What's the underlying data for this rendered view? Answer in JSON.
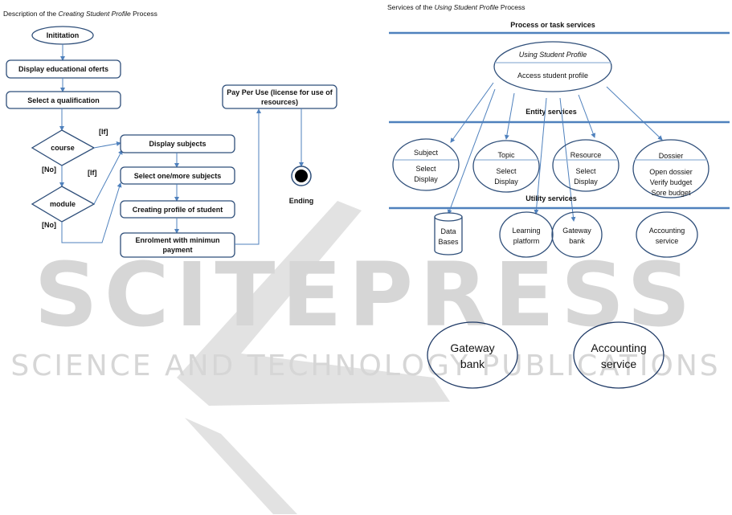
{
  "left_panel": {
    "title_prefix": "Description of the ",
    "title_italic": "Creating Student Profile",
    "title_suffix": " Process",
    "nodes": {
      "start": "Inititation",
      "display_offers": "Display educational oferts",
      "select_qualification": "Select a qualification",
      "course": "course",
      "module": "module",
      "display_subjects": "Display subjects",
      "select_subjects": "Select one/more subjects",
      "creating_profile": "Creating profile of student",
      "enrolment_line1": "Enrolment with minimun",
      "enrolment_line2": "payment",
      "pay_per_use_line1": "Pay Per Use (license for use of",
      "pay_per_use_line2": "resources)",
      "ending": "Ending"
    },
    "labels": {
      "course_yes": "[If]",
      "course_no": "[No]",
      "module_yes": "[If]",
      "module_no": "[No]"
    }
  },
  "right_panel": {
    "title_prefix": "Services of the ",
    "title_italic": "Using Student Profile",
    "title_suffix": " Process",
    "layers": {
      "process": "Process or task services",
      "entity": "Entity services",
      "utility": "Utility services"
    },
    "process_service": {
      "name": "Using Student Profile",
      "op": "Access student profile"
    },
    "entity_services": [
      {
        "name": "Subject",
        "ops": [
          "Select",
          "Display"
        ]
      },
      {
        "name": "Topic",
        "ops": [
          "Select",
          "Display"
        ]
      },
      {
        "name": "Resource",
        "ops": [
          "Select",
          "Display"
        ]
      },
      {
        "name": "Dossier",
        "ops": [
          "Open dossier",
          "Verify budget",
          "Sore budget"
        ]
      }
    ],
    "utility_services": [
      {
        "line1": "Data",
        "line2": "Bases"
      },
      {
        "line1": "Learning",
        "line2": "platform"
      },
      {
        "line1": "Gateway",
        "line2": "bank"
      },
      {
        "line1": "Accounting",
        "line2": "service"
      }
    ]
  },
  "enlarged": [
    {
      "line1": "Gateway",
      "line2": "bank"
    },
    {
      "line1": "Accounting",
      "line2": "service"
    }
  ],
  "watermark": {
    "main": "SCITEPRESS",
    "sub": "SCIENCE AND TECHNOLOGY PUBLICATIONS"
  },
  "colors": {
    "line_blue": "#4f81bd",
    "box_stroke": "#2f4f7a",
    "watermark": "#d6d6d6"
  }
}
